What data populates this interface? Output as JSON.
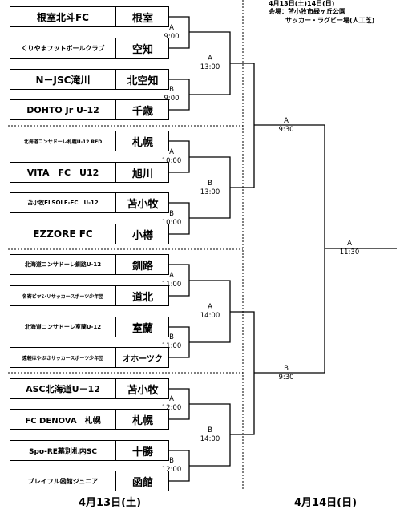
{
  "header": {
    "dates": "4月13日(土)14日(日)",
    "venue": "会場：苫小牧市緑ヶ丘公園",
    "field": "サッカー・ラグビー場(人工芝)"
  },
  "teams": [
    {
      "name": "根室北斗FC",
      "pref": "根室"
    },
    {
      "name": "くりやまフットボールクラブ",
      "pref": "空知"
    },
    {
      "name": "N－JSC滝川",
      "pref": "北空知"
    },
    {
      "name": "DOHTO Jr U-12",
      "pref": "千歳"
    },
    {
      "name": "北海道コンサドーレ札幌U-12 RED",
      "pref": "札幌"
    },
    {
      "name": "VITA　FC　U12",
      "pref": "旭川"
    },
    {
      "name": "苫小牧ELSOLE-FC　U-12",
      "pref": "苫小牧"
    },
    {
      "name": "EZZORE FC",
      "pref": "小樽"
    },
    {
      "name": "北海道コンサドーレ釧路U-12",
      "pref": "釧路"
    },
    {
      "name": "名寄ビヤシリサッカースポーツ少年団",
      "pref": "道北"
    },
    {
      "name": "北海道コンサドーレ室蘭U-12",
      "pref": "室蘭"
    },
    {
      "name": "遠軽はやぶさサッカースポーツ少年団",
      "pref": "オホーツク"
    },
    {
      "name": "ASC北海道U－12",
      "pref": "苫小牧"
    },
    {
      "name": "FC DENOVA　札幌",
      "pref": "札幌"
    },
    {
      "name": "Spo-RE幕別札内SC",
      "pref": "十勝"
    },
    {
      "name": "プレイフル函館ジュニア",
      "pref": "函館"
    }
  ],
  "round1": [
    {
      "court": "A",
      "time": "9:00"
    },
    {
      "court": "B",
      "time": "9:00"
    },
    {
      "court": "A",
      "time": "10:00"
    },
    {
      "court": "B",
      "time": "10:00"
    },
    {
      "court": "A",
      "time": "11:00"
    },
    {
      "court": "B",
      "time": "11:00"
    },
    {
      "court": "A",
      "time": "12:00"
    },
    {
      "court": "B",
      "time": "12:00"
    }
  ],
  "round2": [
    {
      "court": "A",
      "time": "13:00"
    },
    {
      "court": "B",
      "time": "13:00"
    },
    {
      "court": "A",
      "time": "14:00"
    },
    {
      "court": "B",
      "time": "14:00"
    }
  ],
  "round3": [
    {
      "court": "A",
      "time": "9:30"
    },
    {
      "court": "B",
      "time": "9:30"
    }
  ],
  "final": {
    "court": "A",
    "time": "11:30"
  },
  "footer": {
    "day1": "4月13日(土)",
    "day2": "4月14日(日)"
  }
}
